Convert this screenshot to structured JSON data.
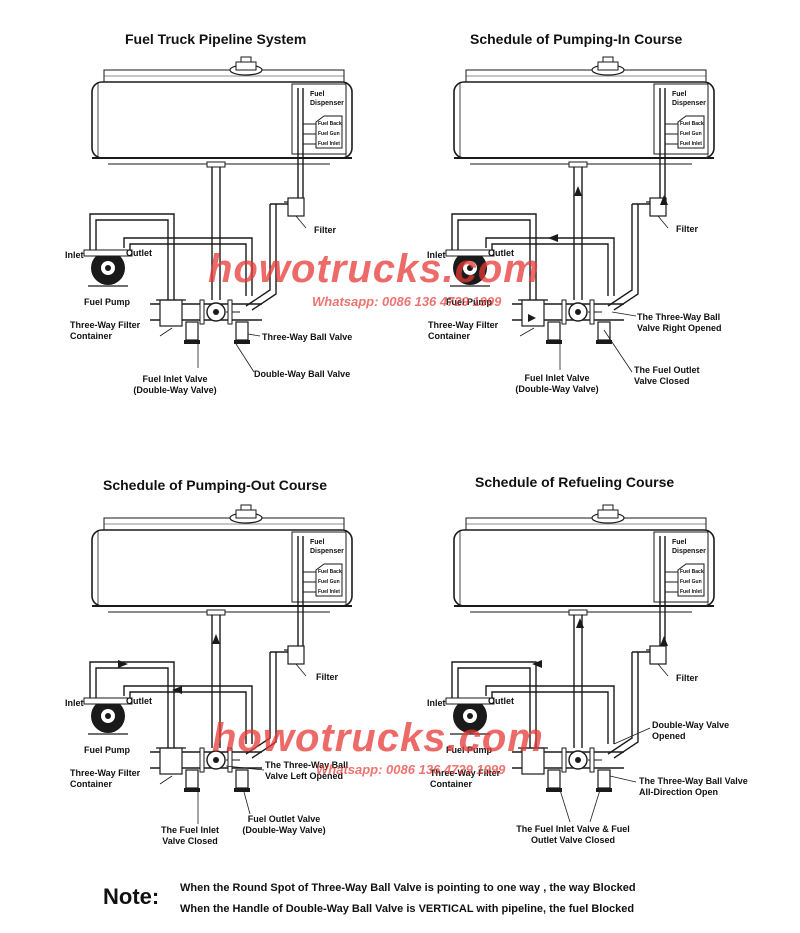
{
  "panels": [
    {
      "id": "system",
      "title": "Fuel Truck Pipeline System",
      "dispenser": {
        "title": "Fuel Dispenser",
        "back": "Fuel Back",
        "gun": "Fuel Gun",
        "inlet": "Fuel Inlet"
      },
      "labels": {
        "inlet": "Inlet",
        "outlet": "Outlet",
        "fuel_pump": "Fuel Pump",
        "filter": "Filter",
        "filter_container": "Three-Way Filter Container",
        "three_way_ball_valve": "Three-Way Ball Valve",
        "double_way_ball_valve": "Double-Way Ball Valve",
        "fuel_inlet_valve": "Fuel Inlet Valve (Double-Way Valve)"
      }
    },
    {
      "id": "pumping-in",
      "title": "Schedule of Pumping-In Course",
      "dispenser": {
        "title": "Fuel Dispenser",
        "back": "Fuel Back",
        "gun": "Fuel Gun",
        "inlet": "Fuel Inlet"
      },
      "labels": {
        "inlet": "Inlet",
        "outlet": "Outlet",
        "fuel_pump": "Fuel Pump",
        "filter": "Filter",
        "filter_container": "Three-Way Filter Container",
        "fuel_inlet_valve": "Fuel Inlet Valve (Double-Way Valve)",
        "three_way_right": "The Three-Way Ball Valve Right Opened",
        "outlet_closed": "The Fuel Outlet Valve Closed"
      }
    },
    {
      "id": "pumping-out",
      "title": "Schedule of Pumping-Out Course",
      "dispenser": {
        "title": "Fuel Dispenser",
        "back": "Fuel Back",
        "gun": "Fuel Gun",
        "inlet": "Fuel Inlet"
      },
      "labels": {
        "inlet": "Inlet",
        "outlet": "Outlet",
        "fuel_pump": "Fuel Pump",
        "filter": "Filter",
        "filter_container": "Three-Way Filter Container",
        "inlet_closed": "The Fuel Inlet Valve Closed",
        "three_way_left": "The Three-Way Ball Valve Left Opened",
        "fuel_outlet_valve": "Fuel Outlet Valve (Double-Way Valve)"
      }
    },
    {
      "id": "refueling",
      "title": "Schedule of Refueling Course",
      "dispenser": {
        "title": "Fuel Dispenser",
        "back": "Fuel Back",
        "gun": "Fuel Gun",
        "inlet": "Fuel Inlet"
      },
      "labels": {
        "inlet": "Inlet",
        "outlet": "Outlet",
        "fuel_pump": "Fuel Pump",
        "filter": "Filter",
        "filter_container": "Three-Way Filter Container",
        "double_way_opened": "Double-Way Valve Opened",
        "three_way_all": "The Three-Way Ball Valve All-Direction Open",
        "both_closed": "The Fuel Inlet Valve & Fuel Outlet Valve Closed"
      }
    }
  ],
  "watermark": {
    "brand": "howotrucks.com",
    "contact": "Whatsapp: 0086 136 4729 1999"
  },
  "note": {
    "heading": "Note:",
    "line1": "When the Round Spot of Three-Way Ball Valve is pointing to one way , the way Blocked",
    "line2": "When the Handle of Double-Way Ball Valve is VERTICAL with pipeline, the fuel Blocked"
  },
  "colors": {
    "line": "#1a1a1a",
    "watermark": "#e53935"
  }
}
